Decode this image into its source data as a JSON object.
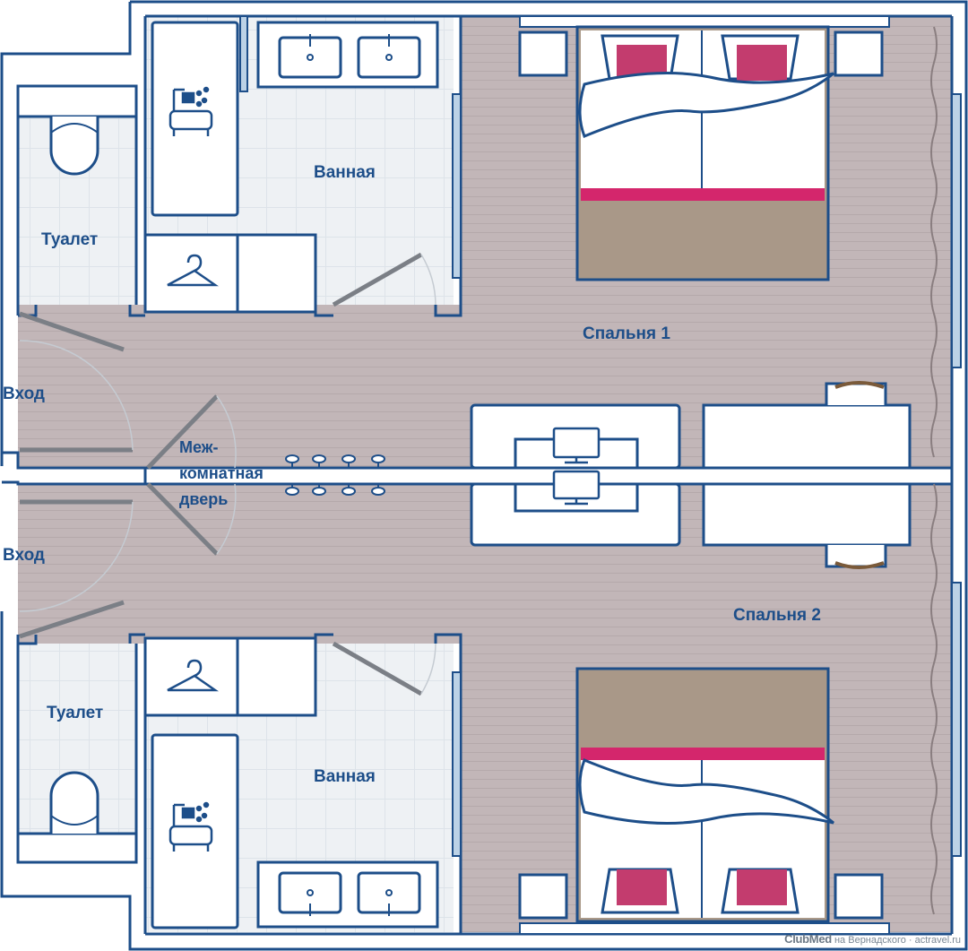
{
  "labels": {
    "bathroom_top": "Ванная",
    "bathroom_bottom": "Ванная",
    "toilet_top": "Туалет",
    "toilet_bottom": "Туалет",
    "bedroom_1": "Спальня 1",
    "bedroom_2": "Спальня 2",
    "entrance_top": "Вход",
    "entrance_bottom": "Вход",
    "connecting_door_line1": "Меж-",
    "connecting_door_line2": "комнатная",
    "connecting_door_line3": "дверь"
  },
  "credit": {
    "brand": "ClubMed",
    "text": "на Вернадского · actravel.ru"
  },
  "colors": {
    "wall": "#1d4e89",
    "floor_wood": "#c2b6b8",
    "tile": "#eef1f4",
    "pillow_accent": "#c33c6e",
    "bed_stripe": "#d4266c",
    "blanket_base": "#a99888",
    "window": "#bcd2e6"
  },
  "icons": [
    "bathtub-icon",
    "hanger-icon",
    "monitor-icon",
    "toilet-icon",
    "sink-icon"
  ]
}
